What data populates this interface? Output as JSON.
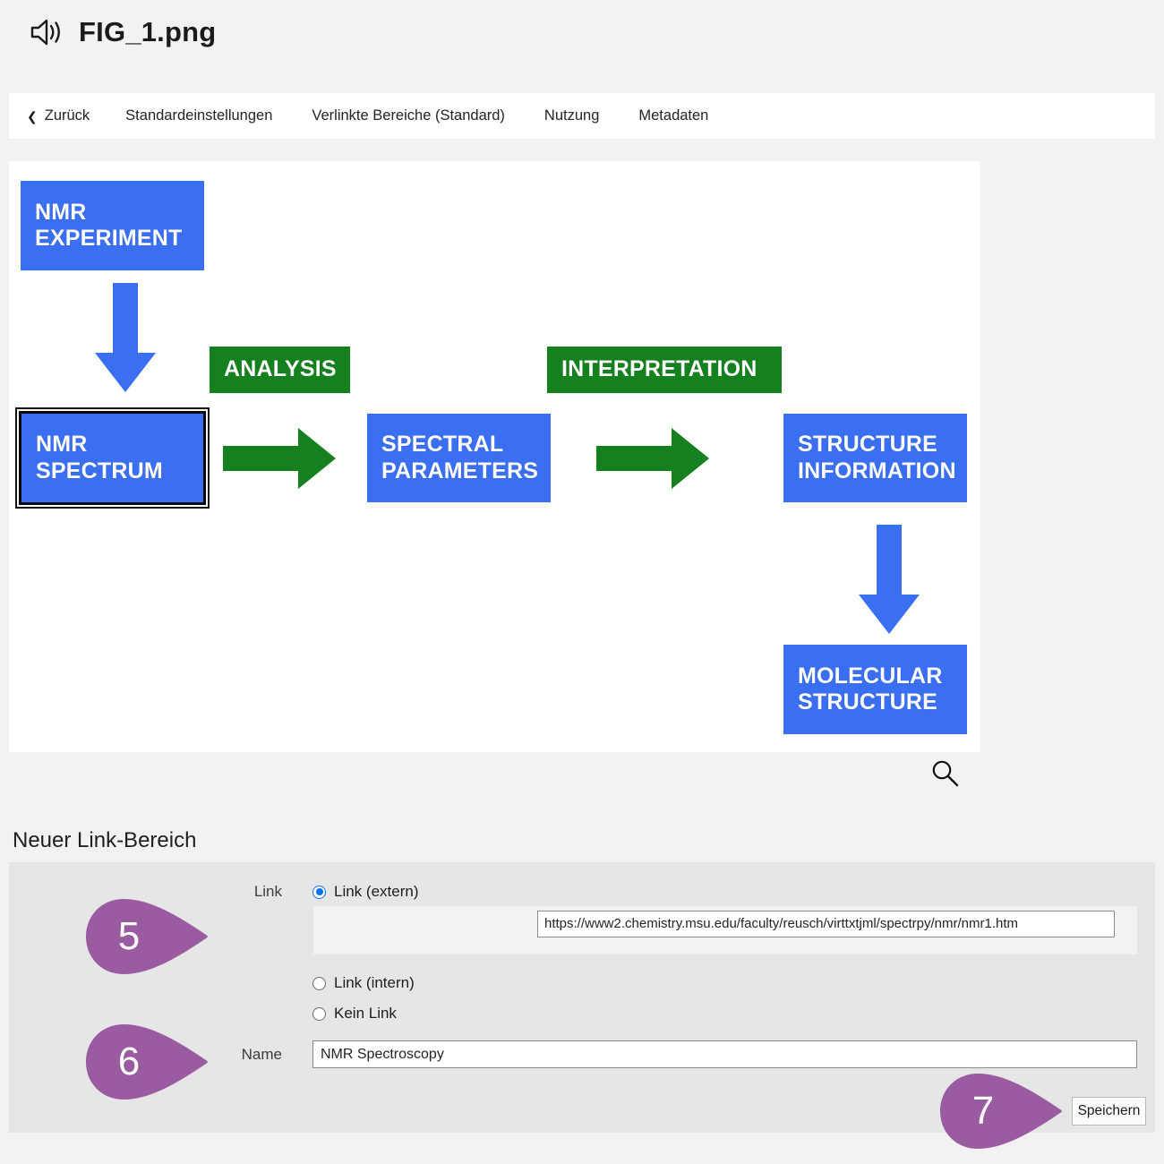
{
  "header": {
    "icon": "speaker-icon",
    "title": "FIG_1.png"
  },
  "nav": {
    "back_label": "Zurück",
    "back_chevron": "❮",
    "items": [
      {
        "label": "Standardeinstellungen"
      },
      {
        "label": "Verlinkte Bereiche (Standard)"
      },
      {
        "label": "Nutzung"
      },
      {
        "label": "Metadaten"
      }
    ]
  },
  "diagram": {
    "colors": {
      "blue": "#3b6ff2",
      "green": "#14801e",
      "canvas": "#ffffff"
    },
    "nodes": [
      {
        "id": "nmr-experiment",
        "lines": "NMR\nEXPERIMENT",
        "line1": "NMR",
        "line2": "EXPERIMENT",
        "color": "blue",
        "selected": false
      },
      {
        "id": "nmr-spectrum",
        "line1": "NMR",
        "line2": "SPECTRUM",
        "color": "blue",
        "selected": true
      },
      {
        "id": "analysis",
        "line1": "ANALYSIS",
        "line2": "",
        "color": "green",
        "selected": false
      },
      {
        "id": "spectral-parameters",
        "line1": "SPECTRAL",
        "line2": "PARAMETERS",
        "color": "blue",
        "selected": false
      },
      {
        "id": "interpretation",
        "line1": "INTERPRETATION",
        "line2": "",
        "color": "green",
        "selected": false
      },
      {
        "id": "structure-information",
        "line1": "STRUCTURE",
        "line2": "INFORMATION",
        "color": "blue",
        "selected": false
      },
      {
        "id": "molecular-structure",
        "line1": "MOLECULAR",
        "line2": "STRUCTURE",
        "color": "blue",
        "selected": false
      }
    ],
    "magnifier_icon": "magnify-icon"
  },
  "section": {
    "heading": "Neuer Link-Bereich"
  },
  "form": {
    "link_label": "Link",
    "name_label": "Name",
    "options": [
      {
        "label": "Link (extern)",
        "checked": true
      },
      {
        "label": "Link (intern)",
        "checked": false
      },
      {
        "label": "Kein Link",
        "checked": false
      }
    ],
    "url_value": "https://www2.chemistry.msu.edu/faculty/reusch/virttxtjml/spectrpy/nmr/nmr1.htm",
    "name_value": "NMR Spectroscopy",
    "save_label": "Speichern"
  },
  "callouts": [
    {
      "number": "5",
      "color": "#9a5ba0"
    },
    {
      "number": "6",
      "color": "#9a5ba0"
    },
    {
      "number": "7",
      "color": "#9a5ba0"
    }
  ]
}
